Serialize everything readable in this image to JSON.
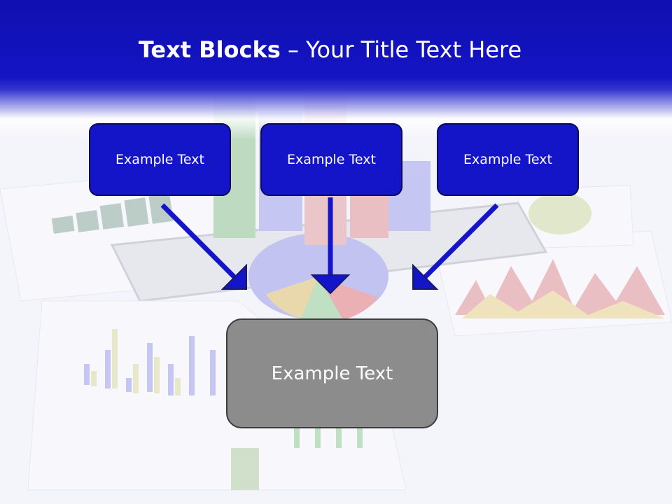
{
  "title": {
    "bold": "Text Blocks",
    "rest": " – Your Title Text Here"
  },
  "top_boxes": [
    {
      "label": "Example Text"
    },
    {
      "label": "Example Text"
    },
    {
      "label": "Example Text"
    }
  ],
  "bottom_box": {
    "label": "Example Text"
  },
  "colors": {
    "header": "#1414c4",
    "box_fill": "#1414c8",
    "box_border": "#0a0a55",
    "result_fill": "#8c8c8c",
    "arrow": "#1414c8"
  }
}
